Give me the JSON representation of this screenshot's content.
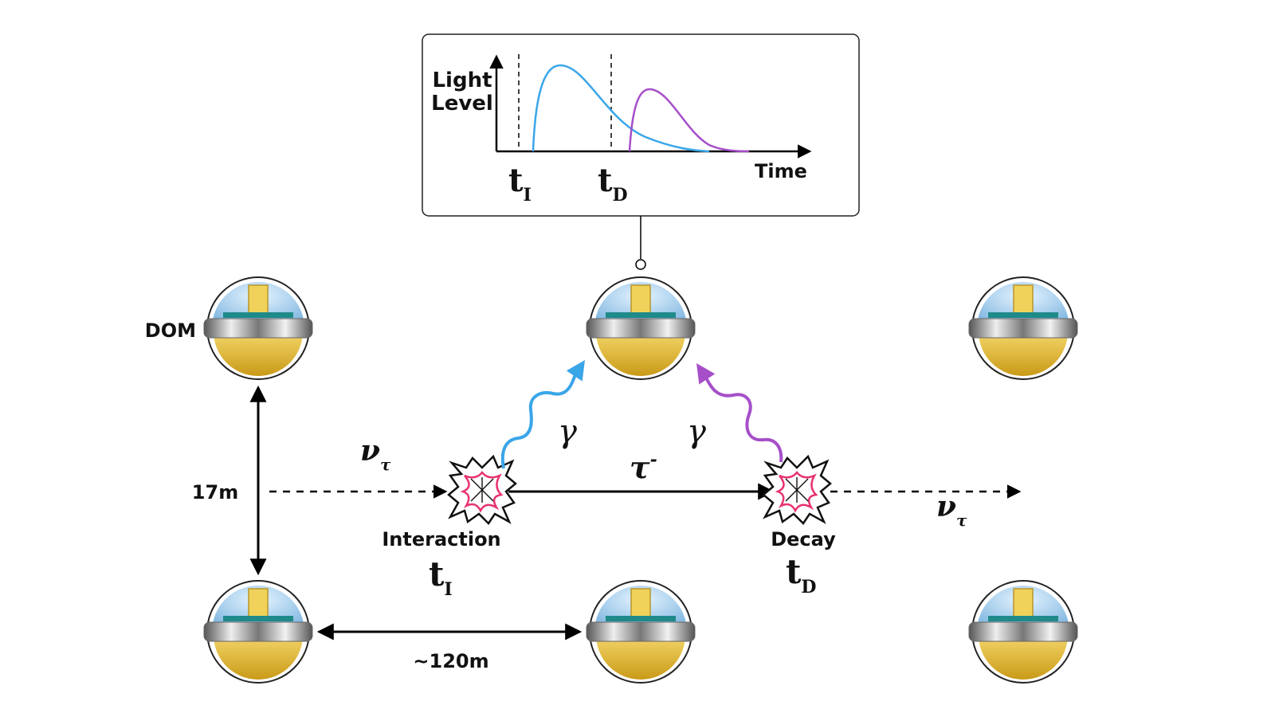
{
  "inset": {
    "y_label_line1": "Light",
    "y_label_line2": "Level",
    "x_label": "Time",
    "t_interaction": {
      "base": "t",
      "sub": "I"
    },
    "t_decay": {
      "base": "t",
      "sub": "D"
    }
  },
  "labels": {
    "dom": "DOM",
    "vertical_spacing": "17m",
    "horizontal_spacing": "~120m",
    "interaction": "Interaction",
    "decay": "Decay",
    "t_interaction": {
      "base": "t",
      "sub": "I"
    },
    "t_decay": {
      "base": "t",
      "sub": "D"
    },
    "nu_in": {
      "base": "ν",
      "sub": "τ"
    },
    "nu_out": {
      "base": "ν",
      "sub": "τ"
    },
    "tau": {
      "base": "τ",
      "sup": "-"
    },
    "gamma_left": "γ",
    "gamma_right": "γ"
  },
  "colors": {
    "interaction_light": "#3aa6e8",
    "decay_light": "#a64fc9",
    "arrow": "#000000",
    "burst": "#e8336f"
  }
}
